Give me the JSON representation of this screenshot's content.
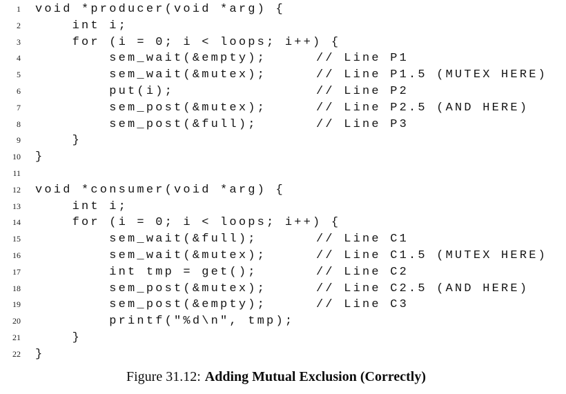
{
  "listing": {
    "lines": [
      {
        "num": "1",
        "code": "void *producer(void *arg) {",
        "comment": ""
      },
      {
        "num": "2",
        "code": "    int i;",
        "comment": ""
      },
      {
        "num": "3",
        "code": "    for (i = 0; i < loops; i++) {",
        "comment": ""
      },
      {
        "num": "4",
        "code": "        sem_wait(&empty);",
        "comment": "// Line P1"
      },
      {
        "num": "5",
        "code": "        sem_wait(&mutex);",
        "comment": "// Line P1.5 (MUTEX HERE)"
      },
      {
        "num": "6",
        "code": "        put(i);",
        "comment": "// Line P2"
      },
      {
        "num": "7",
        "code": "        sem_post(&mutex);",
        "comment": "// Line P2.5 (AND HERE)"
      },
      {
        "num": "8",
        "code": "        sem_post(&full);",
        "comment": "// Line P3"
      },
      {
        "num": "9",
        "code": "    }",
        "comment": ""
      },
      {
        "num": "10",
        "code": "}",
        "comment": ""
      },
      {
        "num": "11",
        "code": "",
        "comment": ""
      },
      {
        "num": "12",
        "code": "void *consumer(void *arg) {",
        "comment": ""
      },
      {
        "num": "13",
        "code": "    int i;",
        "comment": ""
      },
      {
        "num": "14",
        "code": "    for (i = 0; i < loops; i++) {",
        "comment": ""
      },
      {
        "num": "15",
        "code": "        sem_wait(&full);",
        "comment": "// Line C1"
      },
      {
        "num": "16",
        "code": "        sem_wait(&mutex);",
        "comment": "// Line C1.5 (MUTEX HERE)"
      },
      {
        "num": "17",
        "code": "        int tmp = get();",
        "comment": "// Line C2"
      },
      {
        "num": "18",
        "code": "        sem_post(&mutex);",
        "comment": "// Line C2.5 (AND HERE)"
      },
      {
        "num": "19",
        "code": "        sem_post(&empty);",
        "comment": "// Line C3"
      },
      {
        "num": "20",
        "code": "        printf(\"%d\\n\", tmp);",
        "comment": ""
      },
      {
        "num": "21",
        "code": "    }",
        "comment": ""
      },
      {
        "num": "22",
        "code": "}",
        "comment": ""
      }
    ]
  },
  "caption": {
    "prefix": "Figure 31.12:",
    "title": "Adding Mutual Exclusion (Correctly)"
  }
}
